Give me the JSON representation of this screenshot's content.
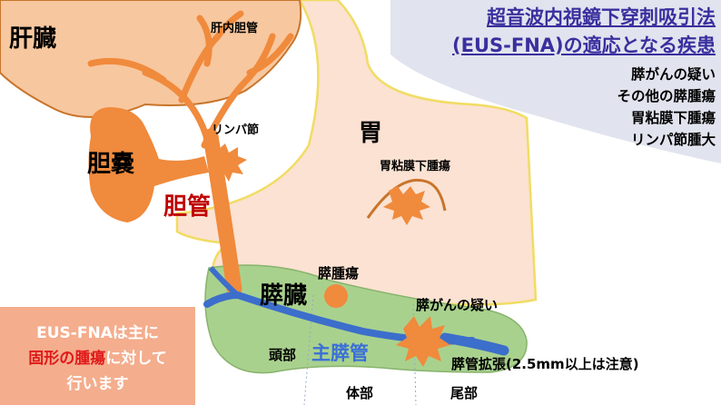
{
  "title": {
    "line1": "超音波内視鏡下穿刺吸引法",
    "line2": "(EUS-FNA)の適応となる疾患"
  },
  "indications": [
    "膵がんの疑い",
    "その他の膵腫瘍",
    "胃粘膜下腫瘍",
    "リンパ節腫大"
  ],
  "organs": {
    "liver": "肝臓",
    "intrahepatic_duct": "肝内胆管",
    "lymph_node": "リンパ節",
    "gallbladder": "胆嚢",
    "bile_duct": "胆管",
    "stomach": "胃",
    "gastric_smt": "胃粘膜下腫瘍",
    "pancreas": "膵臓",
    "pancreatic_tumor": "膵腫瘍",
    "pancreatic_cancer": "膵がんの疑い",
    "head": "頭部",
    "main_duct": "主膵管",
    "body": "体部",
    "tail": "尾部",
    "duct_dilation": "膵管拡張(2.5mm以上は注意)"
  },
  "note": {
    "line1": "EUS-FNAは主に",
    "line2_red": "固形の腫瘍",
    "line2_rest": "に対して",
    "line3": "行います"
  },
  "colors": {
    "title": "#3a2f9e",
    "liver": "#f7c79f",
    "biliary": "#f08a3c",
    "stomach": "#fbe2d2",
    "stomach_outline": "#f1dc63",
    "pancreas": "#a9d18e",
    "duct": "#3c6ecb",
    "bile_duct_label": "#c00000",
    "main_duct_label": "#3a6fd8",
    "note_bg": "#f4ad8d",
    "note_red": "#e01a1a"
  }
}
